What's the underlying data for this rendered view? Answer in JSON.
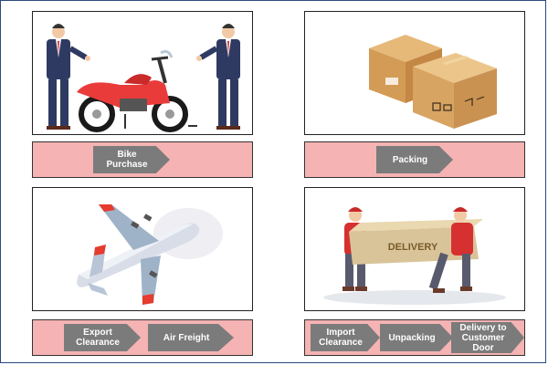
{
  "steps": {
    "bike_purchase": "Bike\nPurchase",
    "packing": "Packing",
    "export_clearance": "Export\nClearance",
    "air_freight": "Air Freight",
    "import_clearance": "Import\nClearance",
    "unpacking": "Unpacking",
    "delivery_door": "Delivery to\nCustomer\nDoor"
  },
  "illustrations": {
    "box_label": "DELIVERY"
  },
  "colors": {
    "strip": "#f5b3b3",
    "chevron": "#7b7b7b",
    "frame": "#2d4a7a"
  }
}
